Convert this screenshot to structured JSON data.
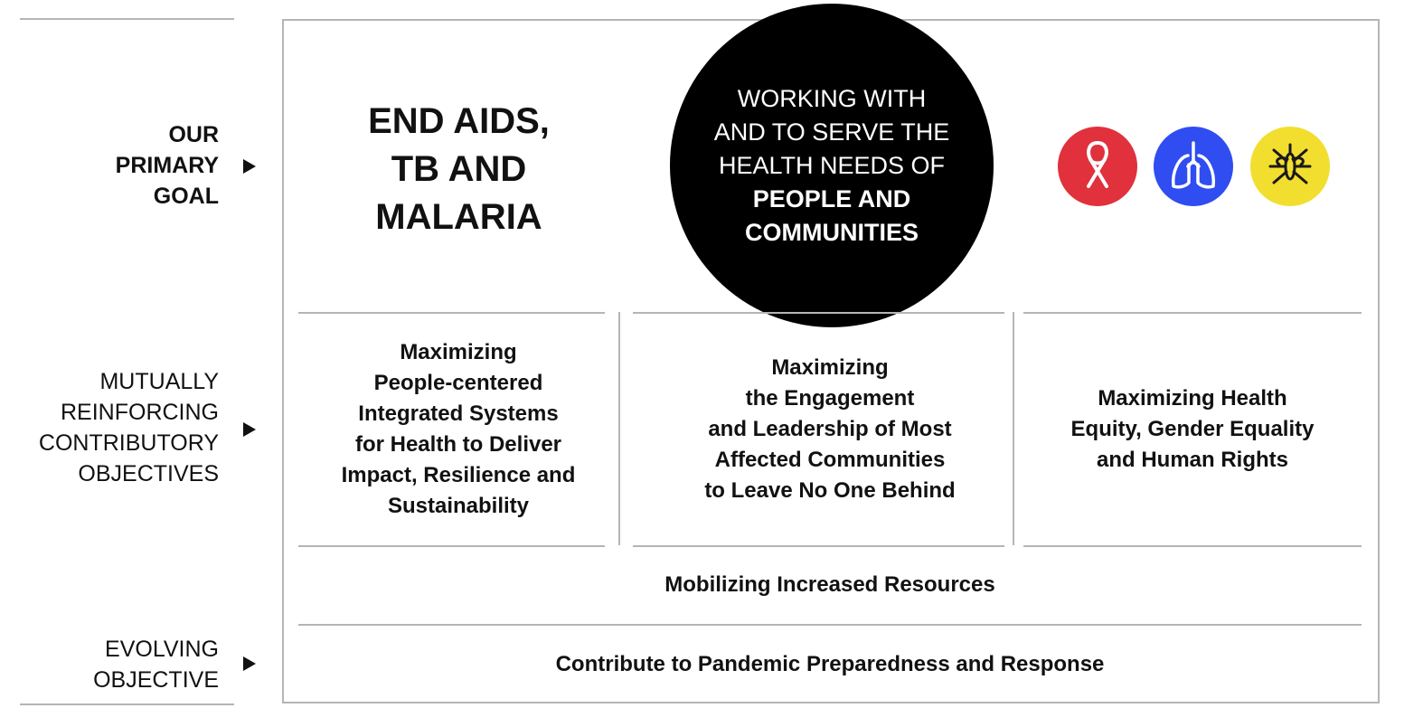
{
  "rows": {
    "primary_goal": [
      "OUR",
      "PRIMARY",
      "GOAL"
    ],
    "contributory": [
      "MUTUALLY",
      "REINFORCING",
      "CONTRIBUTORY",
      "OBJECTIVES"
    ],
    "evolving": [
      "EVOLVING",
      "OBJECTIVE"
    ]
  },
  "goal": [
    "END AIDS,",
    "TB AND",
    "MALARIA"
  ],
  "center_circle": {
    "lines": [
      "WORKING WITH",
      "AND TO SERVE THE",
      "HEALTH NEEDS OF"
    ],
    "emphasis": [
      "PEOPLE AND",
      "COMMUNITIES"
    ]
  },
  "disease_icons": [
    {
      "name": "ribbon-icon",
      "color": "#e0313c"
    },
    {
      "name": "lungs-icon",
      "color": "#2f4df0"
    },
    {
      "name": "mosquito-icon",
      "color": "#f2de2e"
    }
  ],
  "objectives": [
    [
      "Maximizing",
      "People-centered",
      "Integrated Systems",
      "for Health to Deliver",
      "Impact, Resilience and",
      "Sustainability"
    ],
    [
      "Maximizing",
      "the Engagement",
      "and Leadership of Most",
      "Affected Communities",
      "to Leave No One Behind"
    ],
    [
      "Maximizing Health",
      "Equity, Gender Equality",
      "and Human Rights"
    ]
  ],
  "enabler": "Mobilizing Increased Resources",
  "evolving_objective": "Contribute to Pandemic Preparedness and Response"
}
